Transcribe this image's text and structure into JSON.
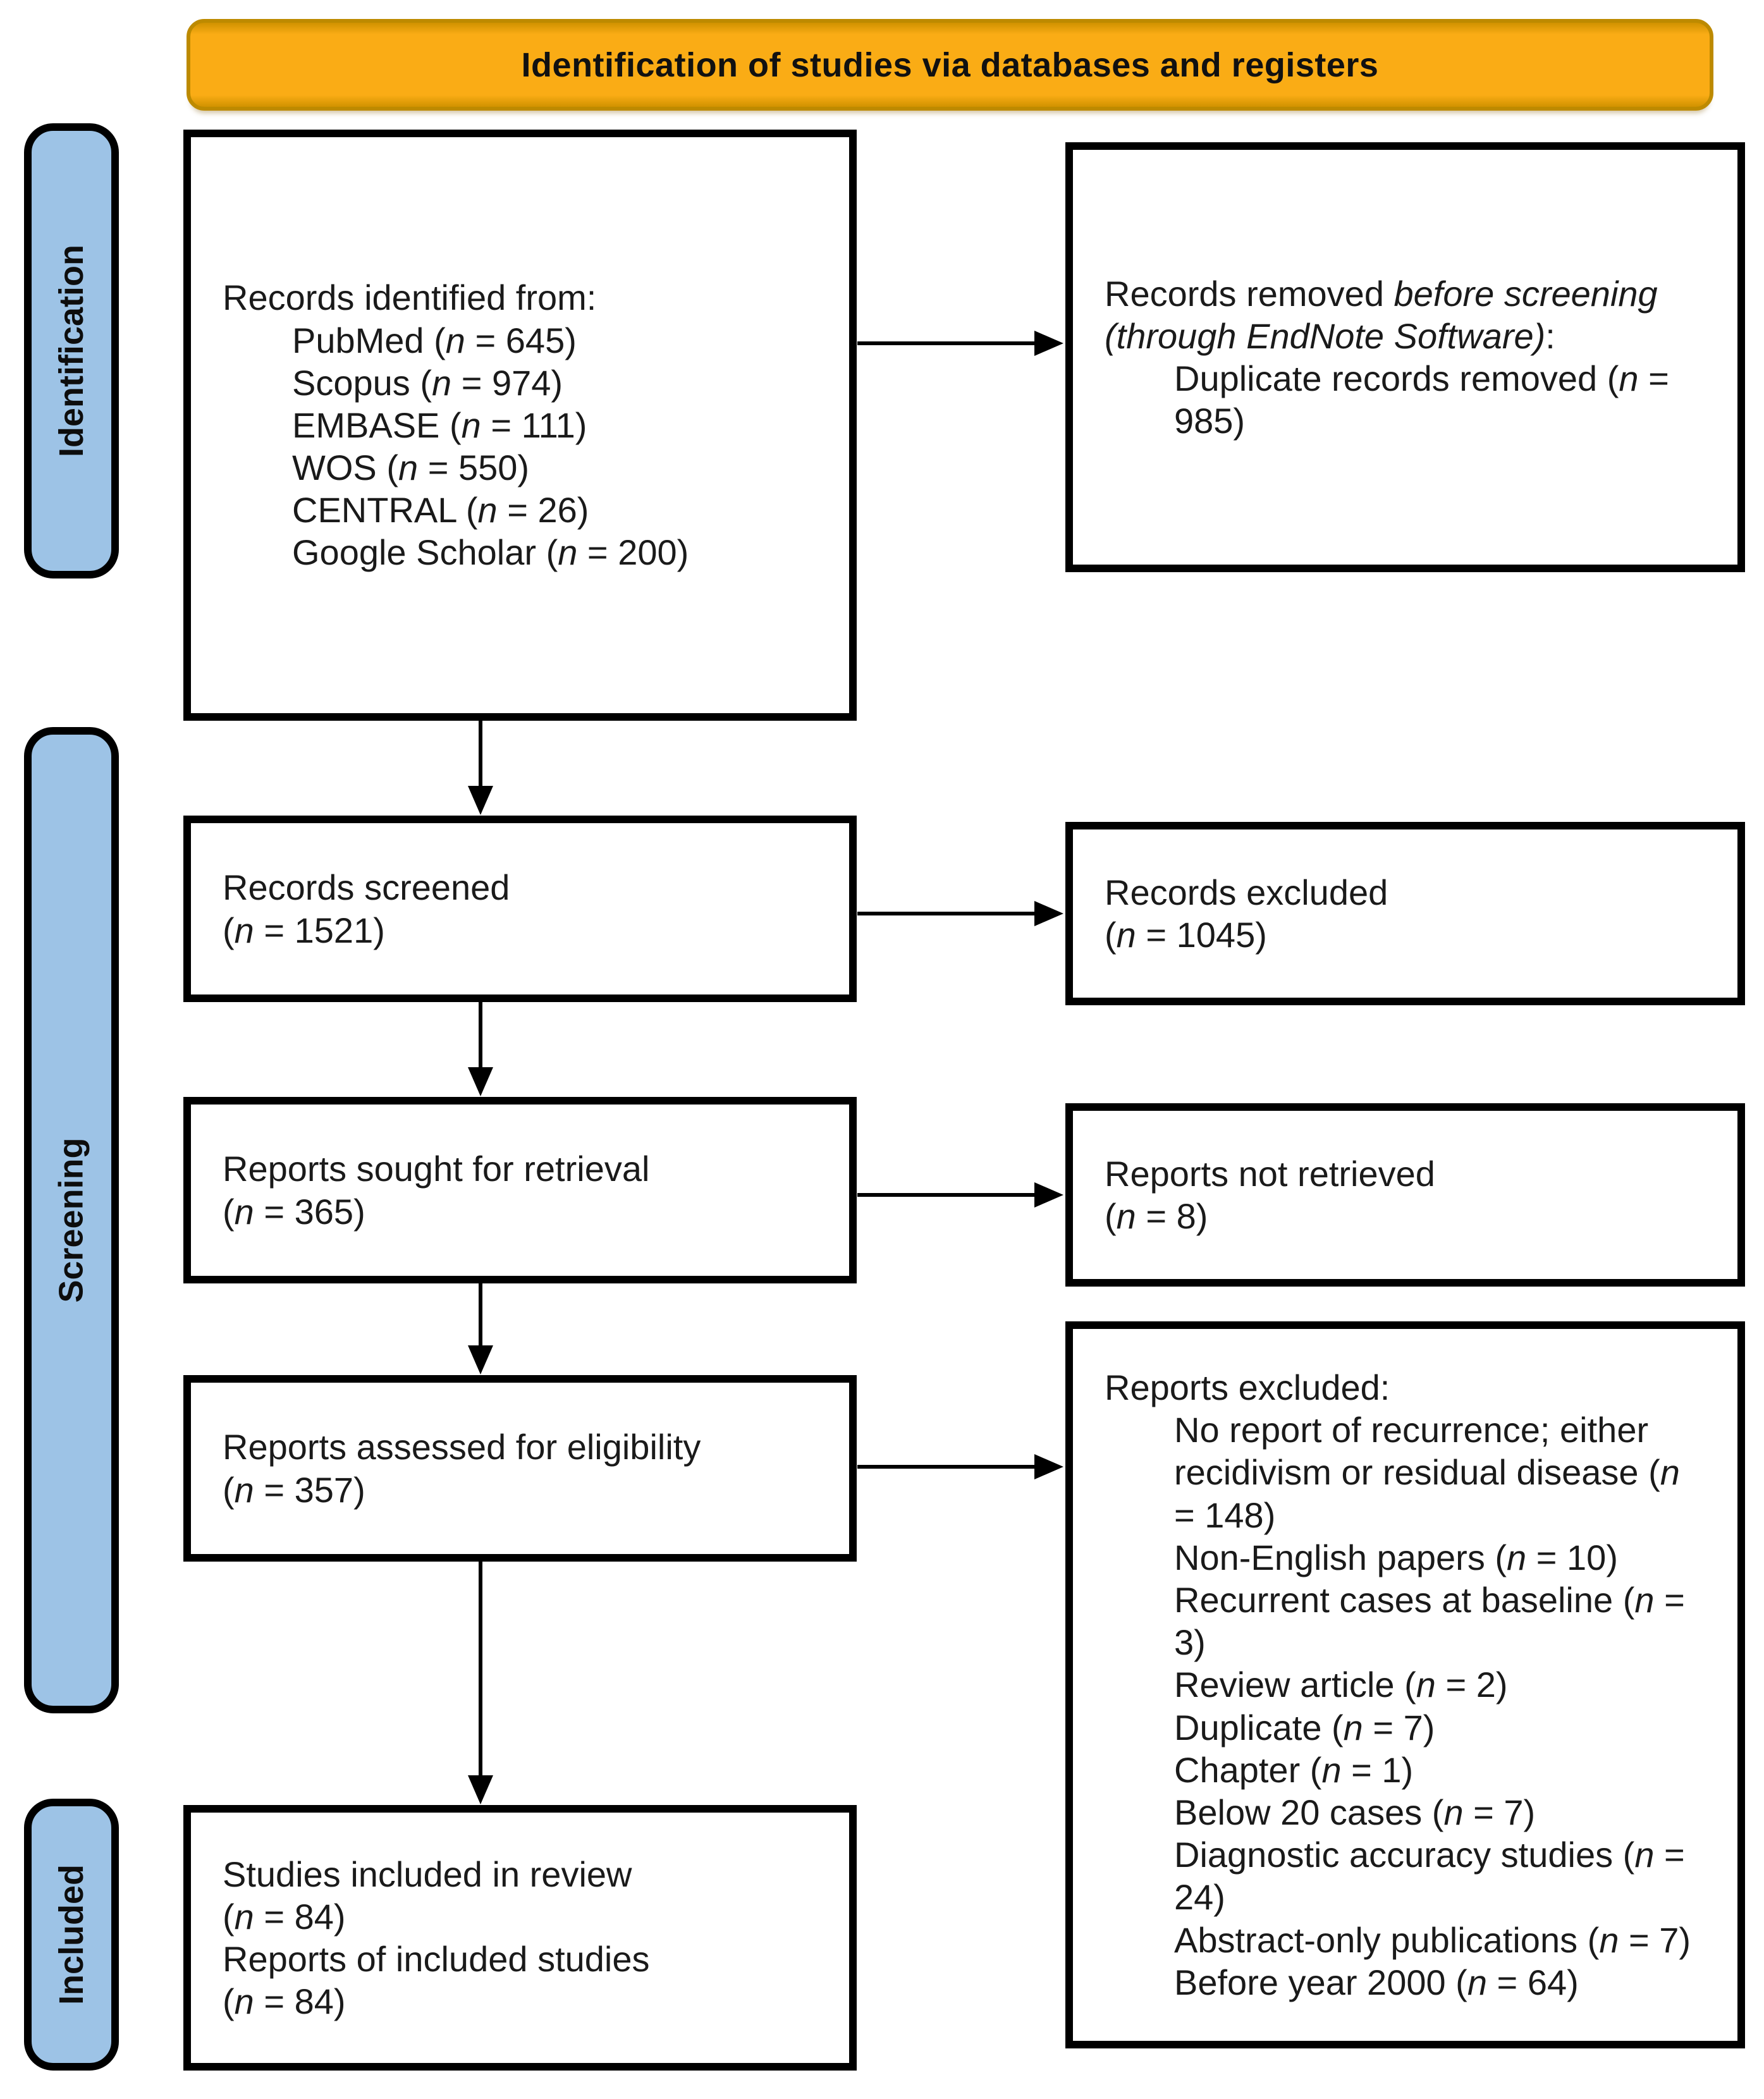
{
  "banner": {
    "label": "Identification of studies via databases and registers"
  },
  "stages": [
    {
      "label": "Identification"
    },
    {
      "label": "Screening"
    },
    {
      "label": "Included"
    }
  ],
  "boxes": {
    "records_identified": {
      "lines": [
        "Records identified from:",
        "\tPubMed (*n* = 645)",
        "\tScopus (*n* = 974)",
        "\tEMBASE (*n* = 111)",
        "\tWOS (*n* = 550)",
        "\tCENTRAL (*n* = 26)",
        "\tGoogle Scholar (*n* = 200)"
      ]
    },
    "records_removed": {
      "lines": [
        "Records removed *before screening (through EndNote Software)*:",
        "\tDuplicate records removed (*n* = 985)"
      ]
    },
    "records_screened": {
      "lines": [
        "Records screened",
        "(*n* = 1521)"
      ]
    },
    "records_excluded": {
      "lines": [
        "Records excluded",
        "(*n* = 1045)"
      ]
    },
    "reports_sought": {
      "lines": [
        "Reports sought for retrieval",
        "(*n* = 365)"
      ]
    },
    "reports_not_retrieved": {
      "lines": [
        "Reports not retrieved",
        "(*n* = 8)"
      ]
    },
    "reports_assessed": {
      "lines": [
        "Reports assessed for eligibility",
        "(*n* = 357)"
      ]
    },
    "reports_excluded": {
      "lines": [
        "Reports excluded:",
        "\tNo report of recurrence; either recidivism or residual disease (*n* = 148)",
        "\tNon-English papers (*n* = 10)",
        "\tRecurrent cases at baseline (*n* = 3)",
        "\tReview article (*n* = 2)",
        "\tDuplicate (*n* = 7)",
        "\tChapter (*n* = 1)",
        "\tBelow 20 cases (*n* = 7)",
        "\tDiagnostic accuracy studies (*n* = 24)",
        "\tAbstract-only publications (*n* = 7)",
        "\tBefore year 2000 (*n* = 64)"
      ]
    },
    "studies_included": {
      "lines": [
        "Studies included in review",
        "(*n* = 84)",
        "Reports of included studies",
        "(*n* = 84)"
      ]
    }
  },
  "colors": {
    "banner_fill": "#FAAC15",
    "banner_border": "#BD8A00",
    "stage_fill": "#9DC3E6",
    "box_border": "#000000",
    "text": "#1A1A1A"
  }
}
